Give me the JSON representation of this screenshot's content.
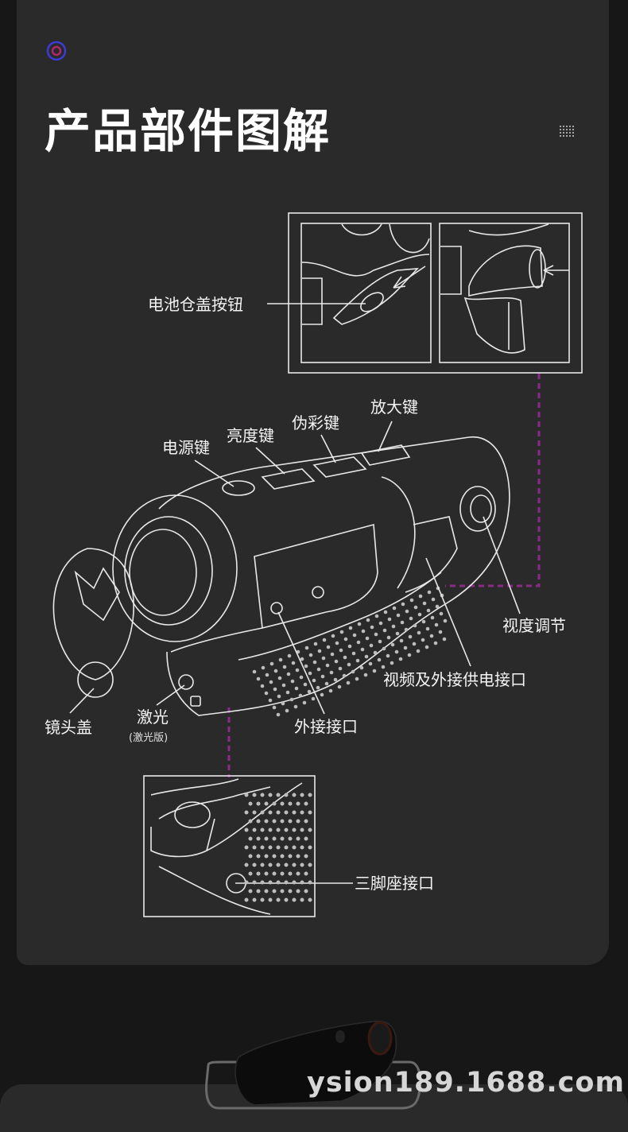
{
  "header": {
    "title": "产品部件图解"
  },
  "labels": {
    "battery_cover_button": "电池仓盖按钮",
    "power_key": "电源键",
    "brightness_key": "亮度键",
    "pseudo_color_key": "伪彩键",
    "zoom_key": "放大键",
    "diopter_adjust": "视度调节",
    "video_power_port": "视频及外接供电接口",
    "lens_cap": "镜头盖",
    "laser": "激光",
    "laser_version": "(激光版)",
    "external_port": "外接接口",
    "tripod_mount": "三脚座接口"
  },
  "footer": {
    "watermark": "ysion189.1688.com"
  },
  "colors": {
    "page_bg": "#171717",
    "panel_bg": "#2a2a2b",
    "line_art": "#e8e8e8",
    "dashed_accent": "#8a2a86",
    "logo_outer": "#3b3bd6",
    "logo_inner": "#b0286e"
  },
  "icons": [
    "target-logo-icon",
    "dot-grid-icon"
  ]
}
